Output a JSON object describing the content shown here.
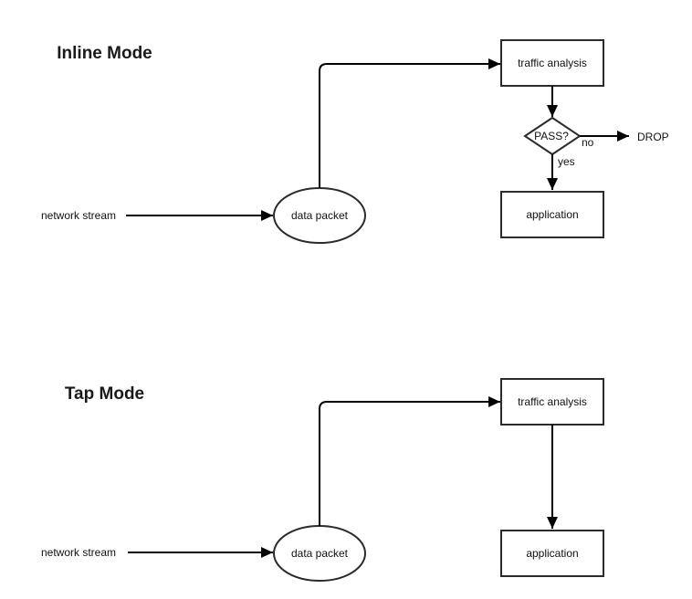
{
  "diagram": {
    "colors": {
      "background": "#ffffff",
      "shape_stroke": "#2b2b2b",
      "connector": "#000000",
      "text": "#111111"
    },
    "sections": [
      {
        "title": "Inline Mode",
        "labels": {
          "network_stream": "network stream",
          "data_packet": "data packet",
          "traffic_analysis": "traffic analysis",
          "decision": "PASS?",
          "decision_no": "no",
          "decision_yes": "yes",
          "drop": "DROP",
          "application": "application"
        }
      },
      {
        "title": "Tap Mode",
        "labels": {
          "network_stream": "network stream",
          "data_packet": "data packet",
          "traffic_analysis": "traffic analysis",
          "application": "application"
        }
      }
    ]
  }
}
